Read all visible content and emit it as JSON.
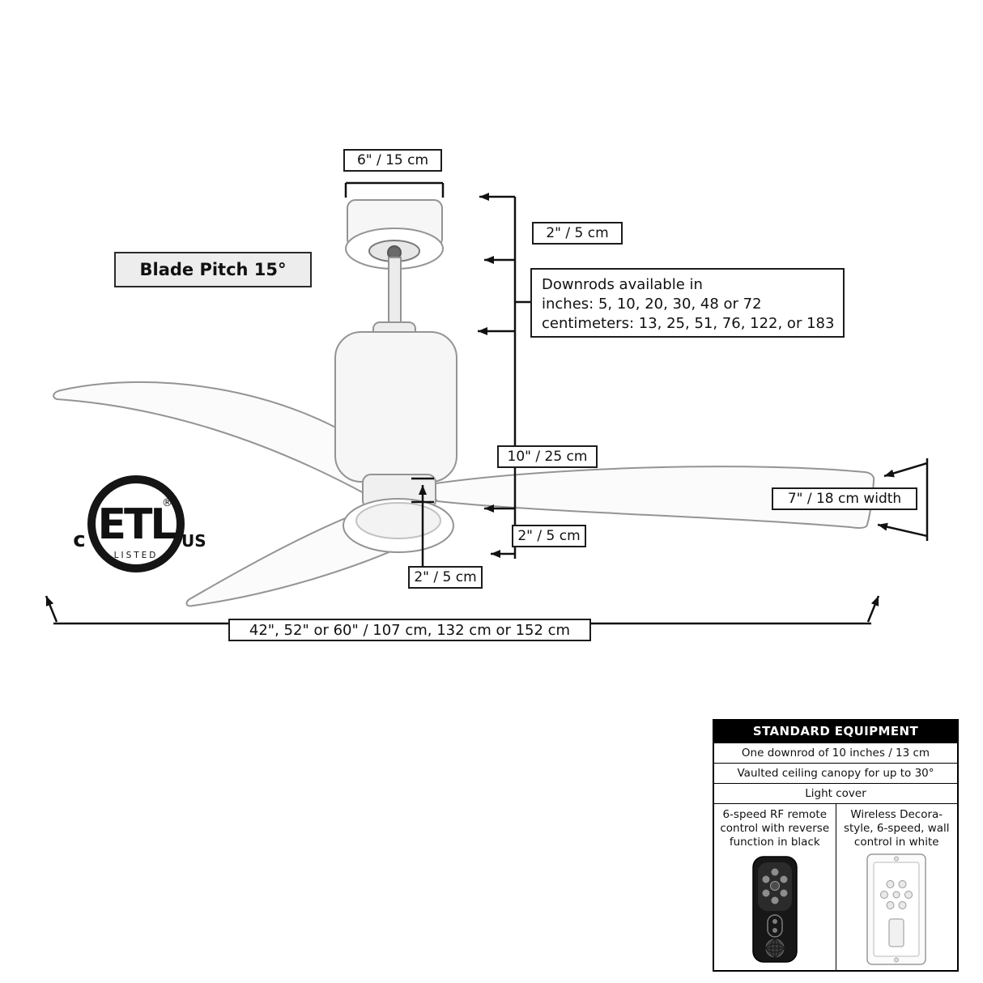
{
  "diagram": {
    "labels": {
      "canopy_width": "6\" / 15 cm",
      "blade_pitch": "Blade Pitch 15°",
      "canopy_height": "2\" / 5 cm",
      "downrods_line1": "Downrods available in",
      "downrods_line2": "inches: 5, 10, 20, 30, 48 or 72",
      "downrods_line3": "centimeters: 13, 25, 51, 76, 122, or 183",
      "downrod_length": "10\" / 25 cm",
      "blade_width": "7\" / 18 cm width",
      "light_height": "2\" / 5 cm",
      "blade_thickness": "2\" / 5 cm",
      "blade_span": "42\", 52\" or 60\" / 107 cm, 132 cm or 152 cm"
    },
    "certification": {
      "mark": "ETL",
      "registered": "®",
      "left": "c",
      "right": "US",
      "listed": "LISTED"
    }
  },
  "equipment_table": {
    "header": "STANDARD EQUIPMENT",
    "rows": [
      "One downrod of 10 inches / 13 cm",
      "Vaulted ceiling canopy for up to 30°",
      "Light cover"
    ],
    "columns": [
      {
        "label": "6-speed RF remote control with reverse function in black",
        "image": "black-rf-remote"
      },
      {
        "label": "Wireless Decora-style, 6-speed, wall control in white",
        "image": "white-wall-control"
      }
    ]
  },
  "colors": {
    "dimension_line": "#111111",
    "fan_stroke": "#949494",
    "fan_fill": "#f7f7f7",
    "label_border": "#1c1c1c",
    "pitch_bg": "#ededed",
    "header_bg": "#000000",
    "header_text": "#ffffff"
  }
}
